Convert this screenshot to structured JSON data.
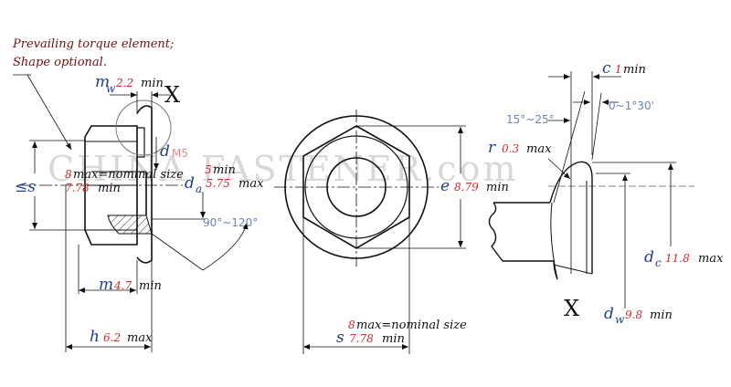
{
  "watermark": "CHINA FASTENER.com",
  "note": {
    "line1": "Prevailing torque element;",
    "line2": "Shape optional."
  },
  "detail_mark": "X",
  "dims": {
    "mw": {
      "symbol": "m",
      "sub": "w",
      "value": "2.2",
      "unit": "min"
    },
    "d": {
      "symbol": "d",
      "value": "M5"
    },
    "da": {
      "symbol": "d",
      "sub": "a",
      "min_value": "5",
      "min_unit": "min",
      "max_value": "5.75",
      "max_unit": "max"
    },
    "s_side": {
      "symbol": "≤s",
      "max_value": "8",
      "max_text": "max=nominal size",
      "min_value": "7.78",
      "min_unit": "min"
    },
    "angle_side": "90°~120°",
    "m": {
      "symbol": "m",
      "value": "4.7",
      "unit": "min"
    },
    "h": {
      "symbol": "h",
      "value": "6.2",
      "unit": "max"
    },
    "e": {
      "symbol": "e",
      "value": "8.79",
      "unit": "min"
    },
    "s_front": {
      "symbol": "s",
      "max_value": "8",
      "max_text": "max=nominal size",
      "min_value": "7.78",
      "min_unit": "min"
    },
    "c": {
      "symbol": "c",
      "value": "1",
      "unit": "min"
    },
    "angle_flange": "15°~25°",
    "angle_small": "0~1°30'",
    "r": {
      "symbol": "r",
      "value": "0.3",
      "unit": "max"
    },
    "dc": {
      "symbol": "d",
      "sub": "c",
      "value": "11.8",
      "unit": "max"
    },
    "dw": {
      "symbol": "d",
      "sub": "w",
      "value": "9.8",
      "unit": "min"
    }
  }
}
